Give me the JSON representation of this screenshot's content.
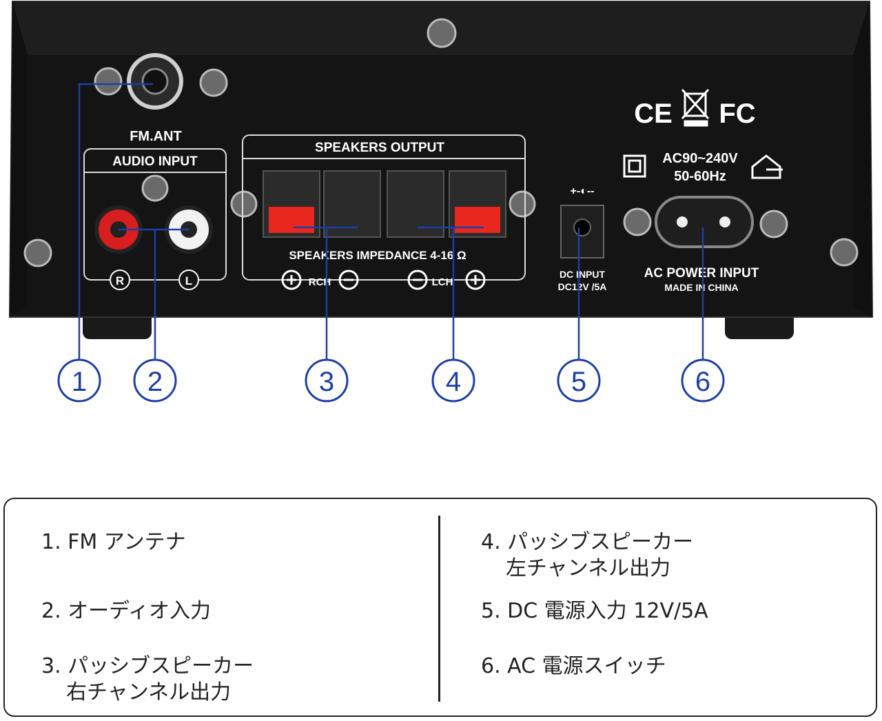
{
  "panel": {
    "fm_ant": "FM.ANT",
    "audio_input": "AUDIO INPUT",
    "right_label": "R",
    "left_label": "L",
    "speakers_output": "SPEAKERS OUTPUT",
    "speakers_impedance": "SPEAKERS IMPEDANCE 4-16 Ω",
    "rch": "RCH",
    "lch": "LCH",
    "dc_input_line1": "DC INPUT",
    "dc_input_line2": "DC12V /5A",
    "dc_polarity": "+-◐--",
    "ac_rating_line1": "AC90~240V",
    "ac_rating_line2": "50-60Hz",
    "ac_power_input": "AC POWER INPUT",
    "made_in": "MADE IN CHINA",
    "cert_ce": "CE",
    "cert_fc": "FC"
  },
  "callouts": [
    "1",
    "2",
    "3",
    "4",
    "5",
    "6"
  ],
  "legend": {
    "item1": "1. FM アンテナ",
    "item2": "2. オーディオ入力",
    "item3_line1": "3. パッシブスピーカー",
    "item3_line2": "右チャンネル出力",
    "item4_line1": "4. パッシブスピーカー",
    "item4_line2": "左チャンネル出力",
    "item5": "5. DC 電源入力 12V/5A",
    "item6": "6. AC 電源スイッチ"
  },
  "colors": {
    "chassis": "#141414",
    "callout_line": "#1b3fa8",
    "rca_right": "#d81e1e",
    "rca_left": "#f2f2f2",
    "terminal_red": "#e8281e"
  }
}
